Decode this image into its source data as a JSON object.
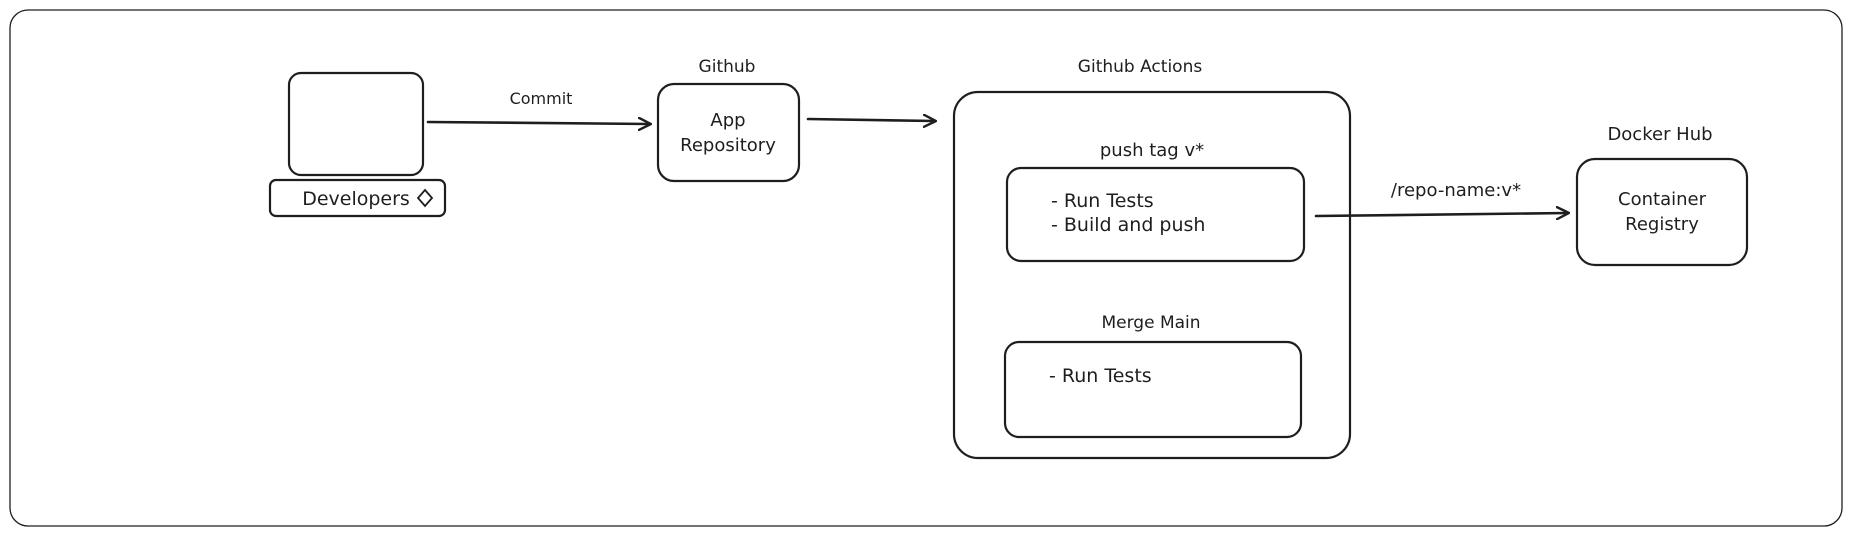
{
  "diagram": {
    "computer": {
      "name": "Developers",
      "icon": "diamond-icon"
    },
    "commit_edge": {
      "label": "Commit"
    },
    "github": {
      "group_label": "Github",
      "box_line1": "App",
      "box_line2": "Repository"
    },
    "github_actions": {
      "group_label": "Github Actions",
      "push_tag": {
        "title": "push tag v*",
        "step1": "- Run Tests",
        "step2": "- Build and push"
      },
      "merge_main": {
        "title": "Merge Main",
        "step1": "- Run Tests"
      }
    },
    "registry_edge": {
      "label": "/repo-name:v*"
    },
    "docker_hub": {
      "group_label": "Docker Hub",
      "box_line1": "Container",
      "box_line2": "Registry"
    },
    "colors": {
      "stroke": "#1e1e1e",
      "background": "#ffffff"
    }
  }
}
